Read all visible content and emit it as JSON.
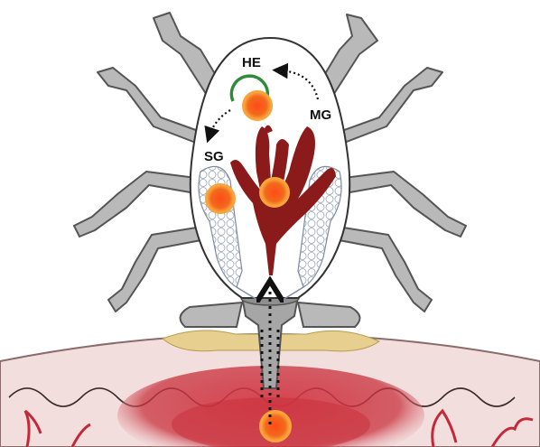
{
  "labels": {
    "he": "HE",
    "mg": "MG",
    "sg": "SG"
  },
  "colors": {
    "skin_surface": "#f3dede",
    "skin_outline": "#8a6a6a",
    "blood_pool": "#c8323d",
    "vessel": "#c4293a",
    "leg_fill": "#b9b9b9",
    "leg_stroke": "#555555",
    "body_outline": "#333333",
    "midgut": "#8b1a1a",
    "salivary_gland": "#e9eef6",
    "cement": "#e6cf8f",
    "pathogen": "#f26a1b",
    "pathogen_core": "#ff3b1a",
    "hemocoel_ring": "#2e8b3a",
    "arrows": "#111111"
  },
  "icons": [
    "tick-leg",
    "pathogen-particle",
    "salivary-gland",
    "midgut-diverticula",
    "hypostome-mouthparts"
  ]
}
